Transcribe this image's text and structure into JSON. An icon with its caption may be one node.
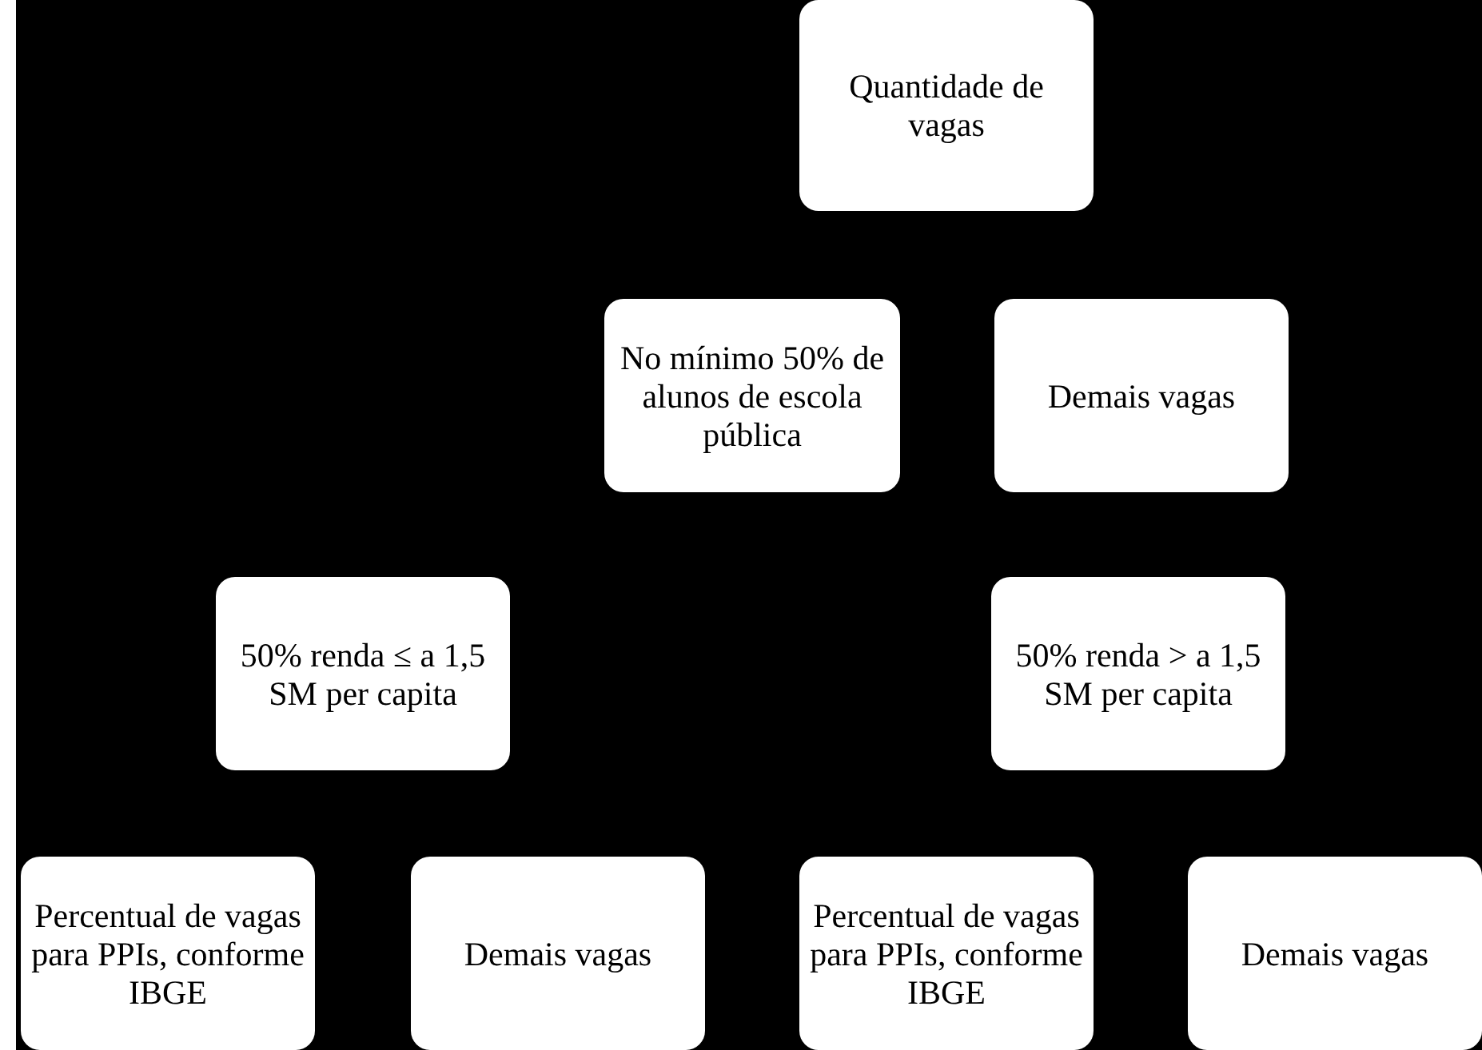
{
  "diagram": {
    "nodes": [
      {
        "text": [
          "Quantidade de vagas"
        ]
      },
      {
        "text": [
          "No mínimo 50% de alunos de escola pública"
        ]
      },
      {
        "text": [
          "Demais vagas"
        ]
      },
      {
        "text": [
          "50% renda ≤ a 1,5 SM per capita"
        ]
      },
      {
        "text": [
          "50% renda > a 1,5 SM per capita"
        ]
      },
      {
        "text": [
          "Percentual de vagas para PPIs, conforme IBGE"
        ]
      },
      {
        "text": [
          "Demais vagas"
        ]
      },
      {
        "text": [
          "Percentual de vagas para PPIs, conforme IBGE"
        ]
      },
      {
        "text": [
          "Demais vagas"
        ]
      }
    ]
  }
}
